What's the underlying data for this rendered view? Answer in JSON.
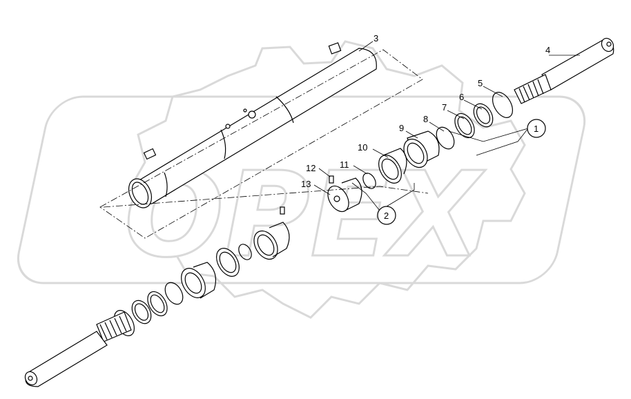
{
  "watermark": {
    "text": "OPEX",
    "color": "#d9d9d9"
  },
  "callouts": [
    {
      "id": "1",
      "text": "1",
      "circled": true
    },
    {
      "id": "2",
      "text": "2",
      "circled": true
    },
    {
      "id": "3",
      "text": "3"
    },
    {
      "id": "4",
      "text": "4"
    },
    {
      "id": "5",
      "text": "5"
    },
    {
      "id": "6",
      "text": "6"
    },
    {
      "id": "7",
      "text": "7"
    },
    {
      "id": "8",
      "text": "8"
    },
    {
      "id": "9",
      "text": "9"
    },
    {
      "id": "10",
      "text": "10"
    },
    {
      "id": "11",
      "text": "11"
    },
    {
      "id": "12",
      "text": "12"
    },
    {
      "id": "13",
      "text": "13"
    }
  ],
  "colors": {
    "line": "#000000",
    "fill": "#ffffff",
    "watermark": "#d9d9d9"
  }
}
